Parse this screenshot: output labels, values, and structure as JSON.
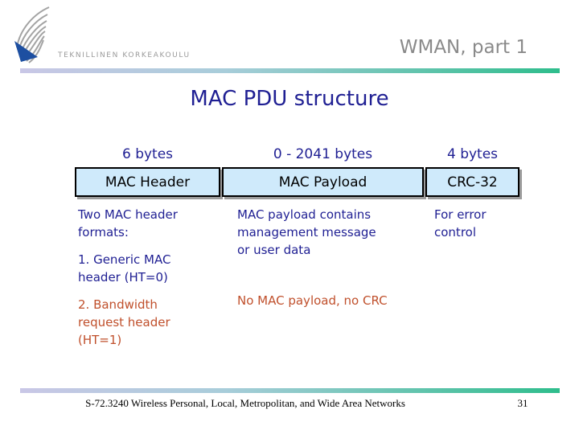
{
  "header": {
    "logo_text": "TEKNILLINEN KORKEAKOULU",
    "course_label": "WMAN, part 1"
  },
  "title": "MAC PDU structure",
  "pdu_table": {
    "size_labels": [
      "6 bytes",
      "0 - 2041 bytes",
      "4 bytes"
    ],
    "fields": [
      "MAC Header",
      "MAC Payload",
      "CRC-32"
    ],
    "notes": {
      "header_col": {
        "item1": {
          "lines": [
            "Two MAC header",
            "formats:"
          ]
        },
        "item2": {
          "lines": [
            "1. Generic MAC",
            "header (HT=0)"
          ]
        },
        "item3": {
          "lines": [
            "2. Bandwidth",
            "request header",
            "(HT=1)"
          ]
        }
      },
      "payload_col": {
        "item1": {
          "lines": [
            "MAC payload contains",
            "management message",
            "or user data"
          ]
        },
        "item2": {
          "lines": [
            "No MAC payload, no CRC"
          ]
        }
      },
      "crc_col": {
        "item1": {
          "lines": [
            "For error",
            "control"
          ]
        }
      }
    }
  },
  "footer": {
    "course": "S-72.3240 Wireless Personal, Local, Metropolitan, and Wide Area Networks",
    "page": "31"
  },
  "colors": {
    "navy_text": "#1f1f93",
    "accent_text": "#c0502c",
    "box_fill": "#cfeafb",
    "box_border": "#000000",
    "box_shadow": "#9c9c9c",
    "gradient_start": "#c9c7e6",
    "gradient_end": "#2ebd8c",
    "header_gray": "#8a8a8a",
    "logo_gray": "#a3a3a3",
    "logo_blue": "#1d4fa1"
  }
}
